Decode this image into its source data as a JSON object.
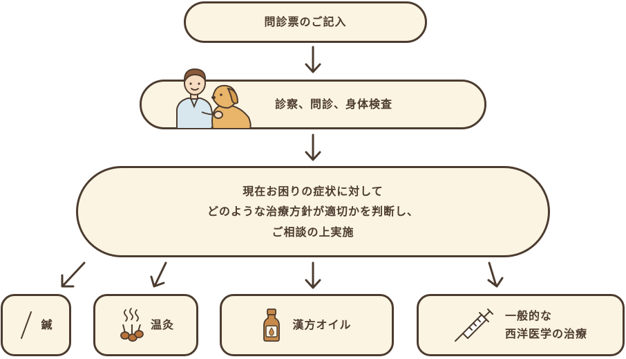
{
  "steps": {
    "step1": "問診票のご記入",
    "step2": "診察、問診、身体検査",
    "step3_lines": [
      "現在お困りの症状に対して",
      "どのような治療方針が適切かを判断し、",
      "ご相談の上実施"
    ]
  },
  "treatments": {
    "acupuncture": "鍼",
    "moxibustion": "温灸",
    "kampo_oil": "漢方オイル",
    "western_lines": [
      "一般的な",
      "西洋医学の治療"
    ]
  },
  "colors": {
    "fill": "#fcf4e2",
    "stroke": "#4b3b2f",
    "dog": "#e8b56a",
    "shirt": "#d8e7ee"
  },
  "icons": [
    "doctor-with-dog-illustration",
    "needle-icon",
    "moxa-icon",
    "bottle-icon",
    "syringe-icon"
  ]
}
